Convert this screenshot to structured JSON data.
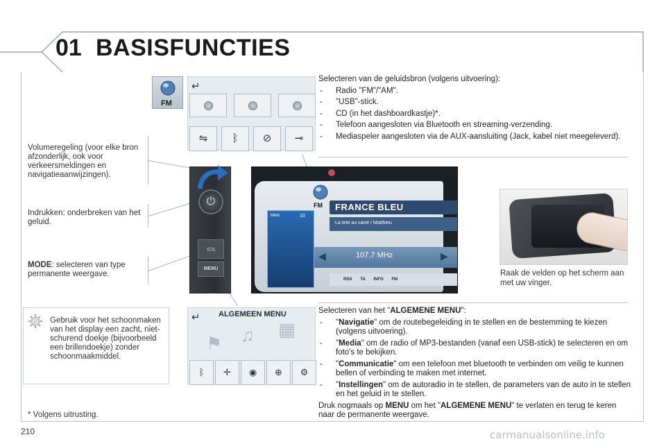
{
  "header": {
    "chapter_number": "01",
    "chapter_title": "BASISFUNCTIES"
  },
  "left_labels": {
    "volume": "Volumeregeling (voor elke bron afzonderlijk, ook voor verkeersmeldingen en navigatieaanwijzingen).",
    "press": "Indrukken: onderbreken van het geluid.",
    "mode_key": "MODE",
    "mode_text": ": selecteren van type permanente weergave."
  },
  "tip": {
    "text": "Gebruik voor het schoonmaken van het display een zacht, niet-schurend doekje (bijvoorbeeld een brillendoekje) zonder schoonmaakmiddel."
  },
  "footnote": "* Volgens uitrusting.",
  "page_number": "210",
  "watermark": "carmanualsonline.info",
  "source_panel": {
    "fm_label": "FM",
    "buttons": [
      "USB",
      "Bluetooth",
      "CD",
      "AUX"
    ]
  },
  "control_strip": {
    "mode_label": "MODE",
    "menu_label": "MENU"
  },
  "screen": {
    "fm_label": "FM",
    "station": "FRANCE BLEU",
    "radiotext": "La tete au carré / Matthieu",
    "mem_label": "Mem",
    "mem_number": "10",
    "frequency": "107.7 MHz",
    "tabs": "RDS TA INFO FM"
  },
  "touch_caption": "Raak de velden op het scherm aan met uw vinger.",
  "sources": {
    "intro": "Selecteren van de geluidsbron (volgens uitvoering):",
    "items": [
      "Radio \"FM\"/\"AM\".",
      "\"USB\"-stick.",
      "CD (in het dashboardkastje)*.",
      "Telefoon aangesloten via Bluetooth en streaming-verzending.",
      "Mediaspeler aangesloten via de AUX-aansluiting (Jack, kabel niet meegeleverd)."
    ]
  },
  "menu_panel": {
    "title": "ALGEMEEN MENU"
  },
  "general_menu": {
    "intro_pre": "Selecteren van het \"",
    "intro_key": "ALGEMENE MENU",
    "intro_post": "\":",
    "items": [
      {
        "key": "Navigatie",
        "text": "\" om de routebegeleiding in te stellen en de bestemming te kiezen (volgens uitvoering)."
      },
      {
        "key": "Media",
        "text": "\" om de radio of MP3-bestanden (vanaf een USB-stick) te selecteren en om foto's te bekijken."
      },
      {
        "key": "Communicatie",
        "text": "\" om een telefoon met bluetooth te verbinden om veilig te kunnen bellen of verbinding te maken met internet."
      },
      {
        "key": "Instellingen",
        "text": "\" om de autoradio in te stellen, de parameters van de auto in te stellen en het geluid in te stellen."
      }
    ],
    "outro_pre": "Druk nogmaals op ",
    "outro_key1": "MENU",
    "outro_mid": " om het \"",
    "outro_key2": "ALGEMENE MENU",
    "outro_post": "\" te verlaten en terug te keren naar de permanente weergave."
  }
}
